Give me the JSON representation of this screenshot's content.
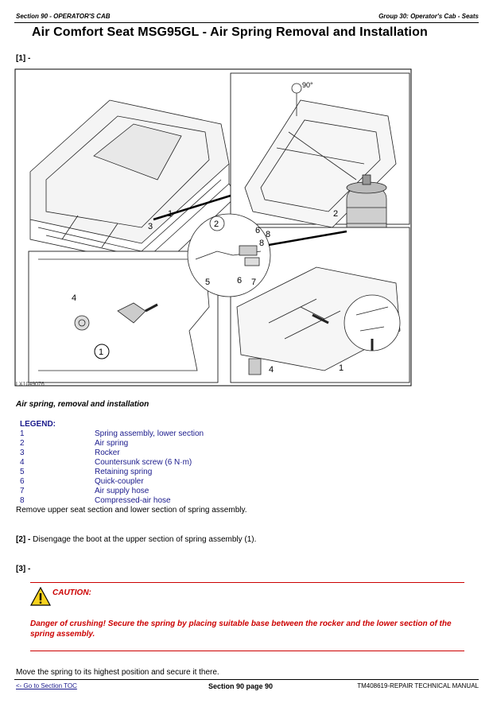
{
  "header": {
    "section": "Section 90 - OPERATOR'S CAB",
    "group": "Group 30: Operator's Cab - Seats"
  },
  "title": "Air Comfort Seat MSG95GL - Air Spring Removal and Installation",
  "step1": {
    "label": "[1] -"
  },
  "figure": {
    "id": "LX1049076",
    "callouts": [
      "1",
      "2",
      "3",
      "4",
      "5",
      "6",
      "7",
      "8",
      "1",
      "2",
      "4",
      "1",
      "6",
      "8"
    ],
    "angle": "90°"
  },
  "caption": "Air spring, removal and installation",
  "legend": {
    "title": "LEGEND:",
    "items": [
      {
        "num": "1",
        "text": "Spring assembly, lower section"
      },
      {
        "num": "2",
        "text": "Air spring"
      },
      {
        "num": "3",
        "text": "Rocker"
      },
      {
        "num": "4",
        "text": "Countersunk screw (6 N·m)"
      },
      {
        "num": "5",
        "text": "Retaining spring"
      },
      {
        "num": "6",
        "text": "Quick-coupler"
      },
      {
        "num": "7",
        "text": "Air supply hose"
      },
      {
        "num": "8",
        "text": "Compressed-air hose"
      }
    ]
  },
  "remove_text": "Remove upper seat section and lower section of spring assembly.",
  "step2": {
    "label": "[2] -",
    "text": "Disengage the boot at the upper section of spring assembly (1)."
  },
  "step3": {
    "label": "[3] -"
  },
  "caution": {
    "title": "CAUTION:",
    "text": "Danger of crushing! Secure the spring by placing suitable base between the rocker and the lower section of the spring assembly."
  },
  "move_text": "Move the spring to its highest position and secure it there.",
  "footer": {
    "toc_link": "<- Go to Section TOC",
    "page": "Section 90 page 90",
    "manual": "TM408619-REPAIR TECHNICAL MANUAL"
  },
  "colors": {
    "caution_red": "#cc0000",
    "legend_blue": "#1a1a8c"
  }
}
